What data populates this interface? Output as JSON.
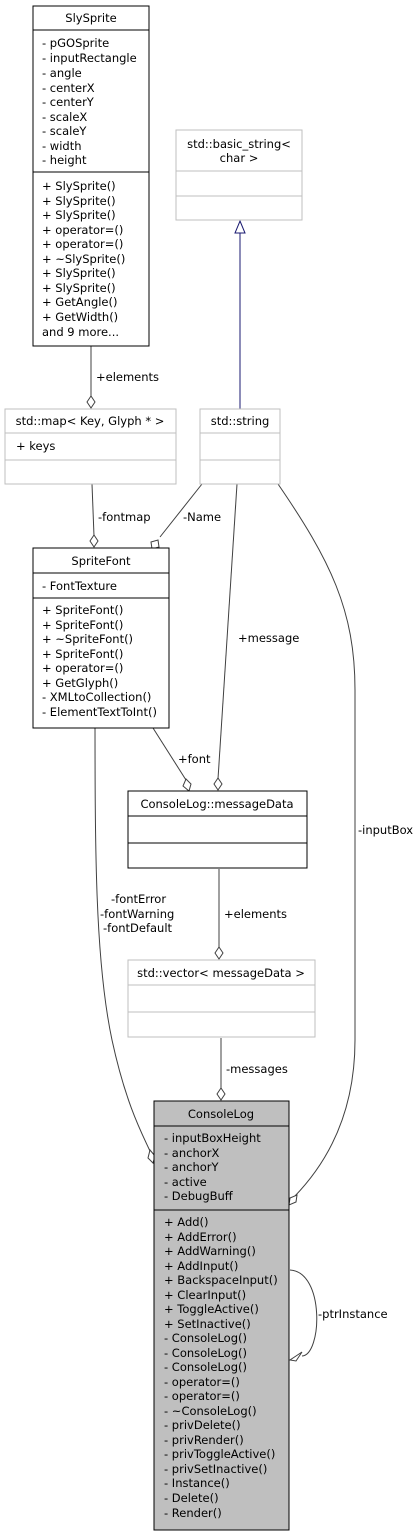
{
  "classes": {
    "slysprite": {
      "title": "SlySprite",
      "attributes": [
        "- pGOSprite",
        "- inputRectangle",
        "- angle",
        "- centerX",
        "- centerY",
        "- scaleX",
        "- scaleY",
        "- width",
        "- height"
      ],
      "methods": [
        "+ SlySprite()",
        "+ SlySprite()",
        "+ SlySprite()",
        "+ operator=()",
        "+ operator=()",
        "+ ~SlySprite()",
        "+ SlySprite()",
        "+ SlySprite()",
        "+ GetAngle()",
        "+ GetWidth()",
        "and 9 more..."
      ]
    },
    "basic_string": {
      "title_lines": [
        "std::basic_string<",
        "char >"
      ]
    },
    "map": {
      "title": "std::map< Key, Glyph * >",
      "attributes": [
        "+ keys"
      ]
    },
    "string": {
      "title": "std::string"
    },
    "spritefont": {
      "title": "SpriteFont",
      "attributes": [
        "- FontTexture"
      ],
      "methods": [
        "+ SpriteFont()",
        "+ SpriteFont()",
        "+ ~SpriteFont()",
        "+ SpriteFont()",
        "+ operator=()",
        "+ GetGlyph()",
        "- XMLtoCollection()",
        "- ElementTextToInt()"
      ]
    },
    "messagedata": {
      "title": "ConsoleLog::messageData"
    },
    "vector": {
      "title": "std::vector< messageData >"
    },
    "consolelog": {
      "title": "ConsoleLog",
      "attributes": [
        "- inputBoxHeight",
        "- anchorX",
        "- anchorY",
        "- active",
        "- DebugBuff"
      ],
      "methods": [
        "+ Add()",
        "+ AddError()",
        "+ AddWarning()",
        "+ AddInput()",
        "+ BackspaceInput()",
        "+ ClearInput()",
        "+ ToggleActive()",
        "+ SetInactive()",
        "- ConsoleLog()",
        "- ConsoleLog()",
        "- ConsoleLog()",
        "- operator=()",
        "- operator=()",
        "- ~ConsoleLog()",
        "- privDelete()",
        "- privRender()",
        "- privToggleActive()",
        "- privSetInactive()",
        "- Instance()",
        "- Delete()",
        "- Render()"
      ]
    }
  },
  "edges": {
    "elements_map": "+elements",
    "fontmap": "-fontmap",
    "name": "-Name",
    "message": "+message",
    "font": "+font",
    "input_box": "-inputBox",
    "font_roles": [
      "-fontError",
      "-fontWarning",
      "-fontDefault"
    ],
    "elements_vector": "+elements",
    "messages": "-messages",
    "ptr_instance": "-ptrInstance"
  },
  "colors": {
    "class_border": "#000000",
    "external_border": "#bfbfbf",
    "focus_fill": "#bfbfbf",
    "edge": "#404040",
    "inheritance_edge": "#191970"
  }
}
